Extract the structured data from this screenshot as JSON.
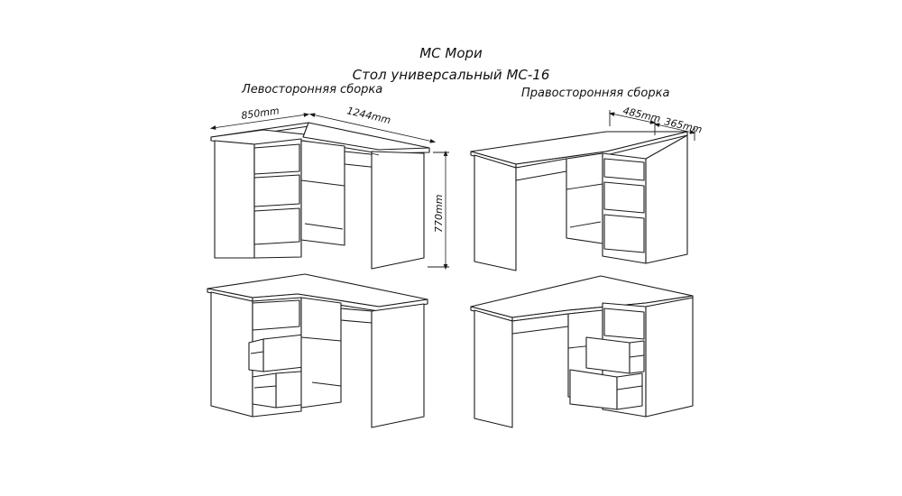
{
  "header": {
    "brand": "МС Мори",
    "product": "Стол универсальный МС-16"
  },
  "captions": {
    "left_assembly": "Левосторонняя сборка",
    "right_assembly": "Правосторонняя сборка"
  },
  "dimensions": {
    "depth_left": "850mm",
    "width_left": "1244mm",
    "height": "770mm",
    "depth_right_a": "485mm",
    "depth_right_b": "365mm"
  }
}
